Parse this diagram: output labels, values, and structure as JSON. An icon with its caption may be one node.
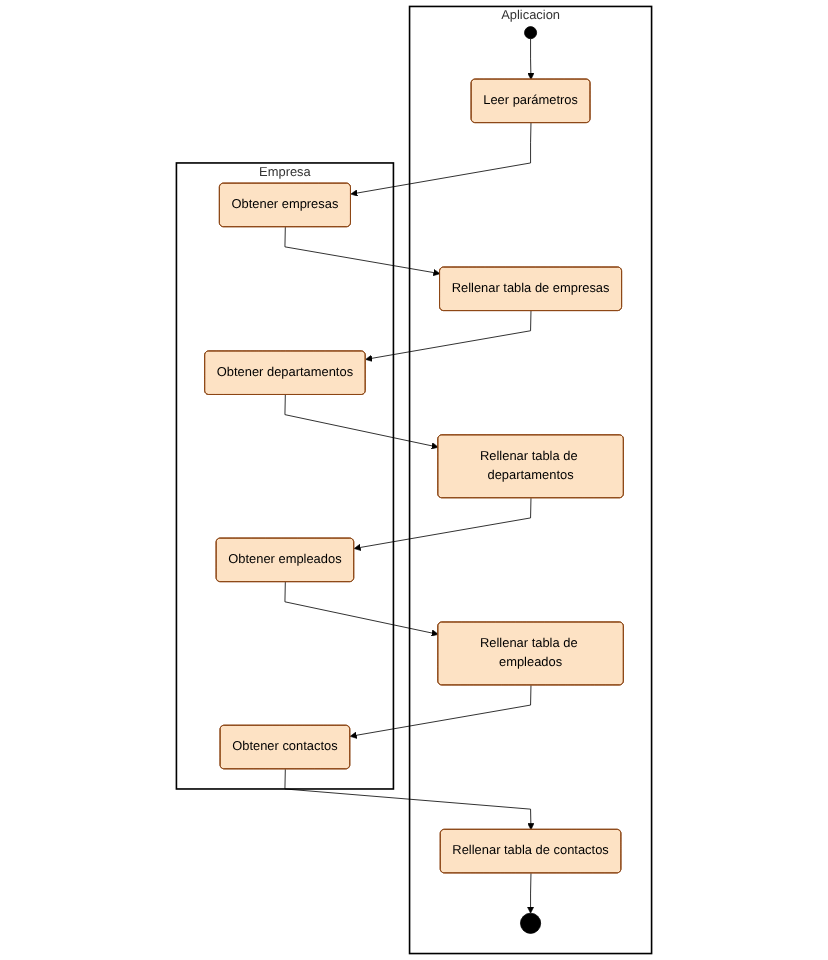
{
  "diagram": {
    "nodes": [
      {
        "text": [
          "Aplicacion"
        ]
      },
      {
        "text": [],
        "shape": "circle",
        "in": 0
      },
      {
        "text": [
          "Leer parámetros"
        ],
        "in": 0
      },
      {
        "text": [
          "Rellenar tabla de empresas"
        ],
        "in": 0
      },
      {
        "text": [
          "Rellenar tabla de departamentos"
        ],
        "in": 0
      },
      {
        "text": [
          "Rellenar tabla de empleados"
        ],
        "in": 0
      },
      {
        "text": [
          "Rellenar tabla de contactos"
        ],
        "in": 0
      },
      {
        "text": [],
        "shape": "circle",
        "in": 0
      },
      {
        "text": [
          "Empresa"
        ]
      },
      {
        "text": [
          "Obtener empresas"
        ],
        "in": 8
      },
      {
        "text": [
          "Obtener departamentos"
        ],
        "in": 8
      },
      {
        "text": [
          "Obtener empleados"
        ],
        "in": 8
      },
      {
        "text": [
          "Obtener contactos"
        ],
        "in": 8
      }
    ],
    "edges": [
      {
        "from": 1,
        "to": 2,
        "arrow": "to"
      },
      {
        "from": 2,
        "to": 9,
        "arrow": "to"
      },
      {
        "from": 9,
        "to": 3,
        "arrow": "to"
      },
      {
        "from": 3,
        "to": 10,
        "arrow": "to"
      },
      {
        "from": 10,
        "to": 4,
        "arrow": "to"
      },
      {
        "from": 4,
        "to": 11,
        "arrow": "to"
      },
      {
        "from": 11,
        "to": 5,
        "arrow": "to"
      },
      {
        "from": 5,
        "to": 12,
        "arrow": "to"
      },
      {
        "from": 12,
        "to": 6,
        "arrow": "to"
      },
      {
        "from": 6,
        "to": 7,
        "arrow": "to"
      }
    ]
  }
}
